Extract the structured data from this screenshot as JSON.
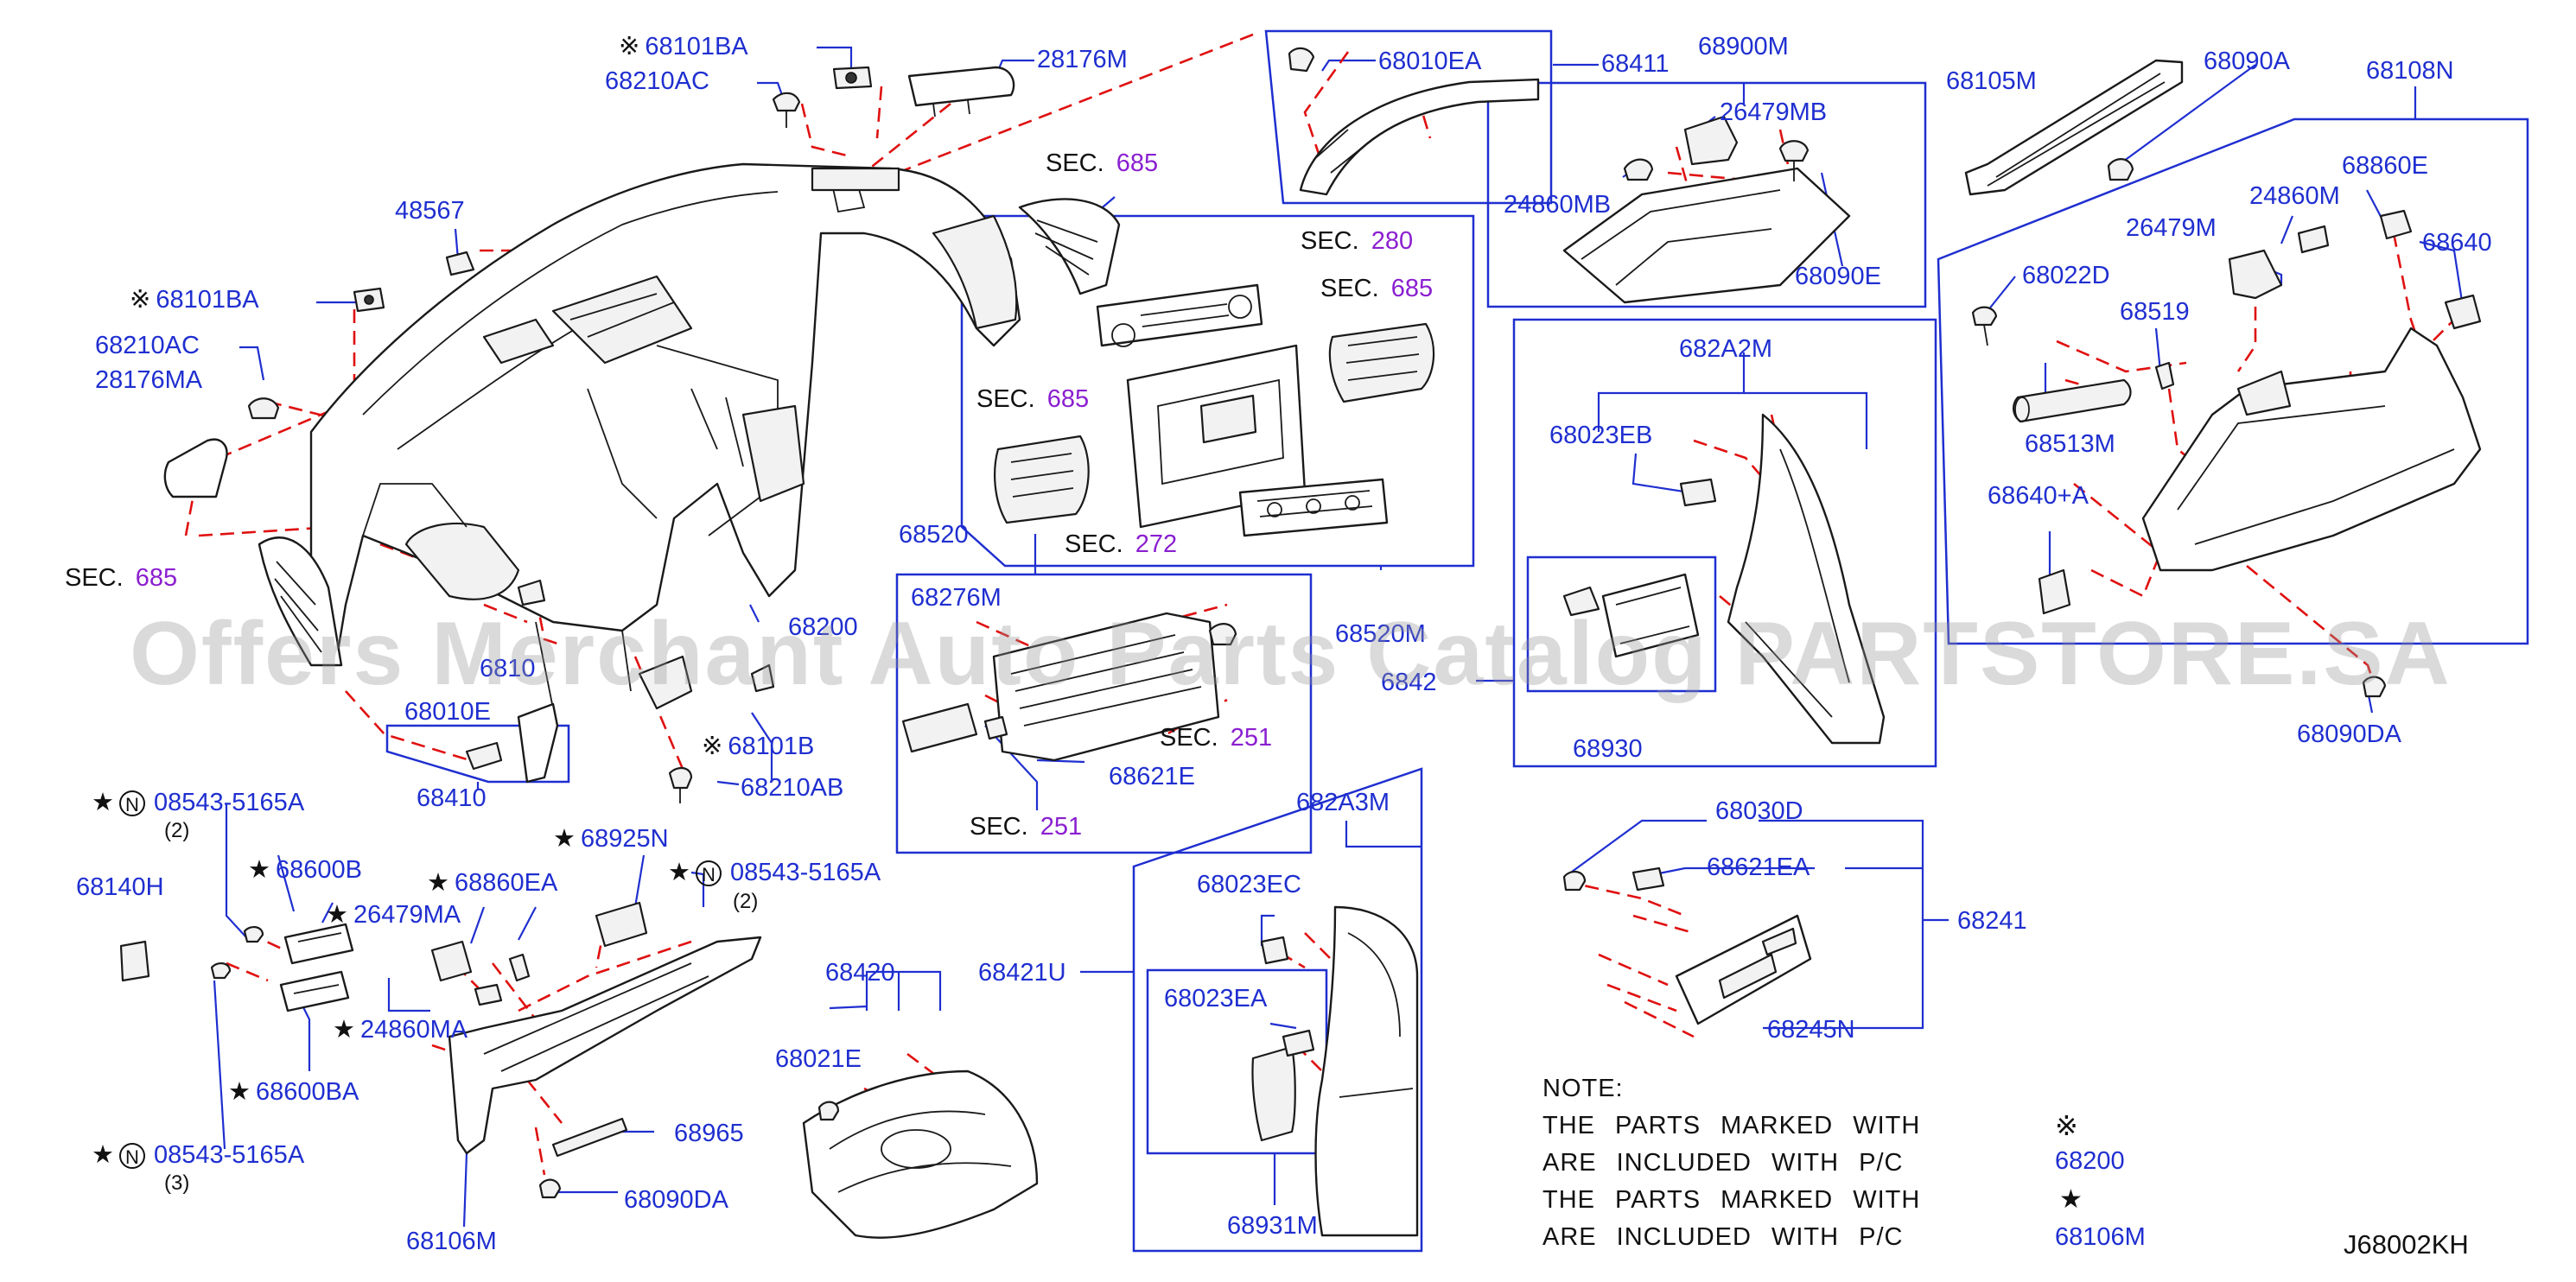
{
  "diagram": {
    "watermark": "Offers Merchant Auto Parts Catalog PARTSTORE.SA",
    "diagram_code": "J68002KH",
    "sec_label": "SEC.",
    "sections": {
      "s685_top": "685",
      "s685_left": "685",
      "s685_vent_r": "685",
      "s685_vent_l": "685",
      "s280": "280",
      "s272": "272",
      "s251_a": "251",
      "s251_b": "251"
    },
    "parts": {
      "p68101BA_top": "68101BA",
      "p68210AC_top": "68210AC",
      "p28176M": "28176M",
      "p48567": "48567",
      "p68101BA_left": "68101BA",
      "p68210AC_left": "68210AC",
      "p28176MA": "28176MA",
      "p68010EA": "68010EA",
      "p68411": "68411",
      "p68900M": "68900M",
      "p26479MB": "26479MB",
      "p24860MB": "24860MB",
      "p68090E": "68090E",
      "p68105M": "68105M",
      "p68090A": "68090A",
      "p68108N": "68108N",
      "p68860E": "68860E",
      "p24860M": "24860M",
      "p26479M": "26479M",
      "p68640": "68640",
      "p68022D": "68022D",
      "p68519": "68519",
      "p68513M": "68513M",
      "p68640A": "68640+A",
      "p68090DA_right": "68090DA",
      "p682A2M": "682A2M",
      "p68023EB": "68023EB",
      "p68930": "68930",
      "p6842xx": "6842",
      "p68520": "68520",
      "p68520M": "68520M",
      "p68276M": "68276M",
      "p68621E": "68621E",
      "p68200": "68200",
      "p6810xB": "6810",
      "p68010E": "68010E",
      "p68410": "68410",
      "p68101B": "68101B",
      "p68210AB": "68210AB",
      "p08543_a": "08543-5165A",
      "p68140H": "68140H",
      "p68600B": "68600B",
      "p26479MA": "26479MA",
      "p68860EA": "68860EA",
      "p68925N": "68925N",
      "p08543_b": "08543-5165A",
      "p24860MA": "24860MA",
      "p68600BA": "68600BA",
      "p08543_c": "08543-5165A",
      "p68965": "68965",
      "p68090DA_bottom": "68090DA",
      "p68106M": "68106M",
      "p68420": "68420",
      "p68021E": "68021E",
      "p68421U": "68421U",
      "p682A3M": "682A3M",
      "p68023EC": "68023EC",
      "p68023EA": "68023EA",
      "p68931M": "68931M",
      "p68030D": "68030D",
      "p68621EA": "68621EA",
      "p68241": "68241",
      "p68245N": "68245N"
    },
    "qty": {
      "q_a": "(2)",
      "q_b": "(2)",
      "q_c": "(3)"
    },
    "symbols": {
      "kome": "※",
      "star": "★",
      "n": "N"
    },
    "note": {
      "title": "NOTE:",
      "line1": "THE PARTS MARKED WITH",
      "line2": "ARE INCLUDED WITH P/C",
      "line3": "THE PARTS MARKED WITH",
      "line4": "ARE INCLUDED WITH P/C",
      "ref1": "68200",
      "ref2": "68106M"
    },
    "colors": {
      "label": "#1f2fd0",
      "section": "#8a1fd0",
      "leader": "#1f2fd0",
      "dashed": "#e01010",
      "outline": "#1a1a1a"
    }
  }
}
